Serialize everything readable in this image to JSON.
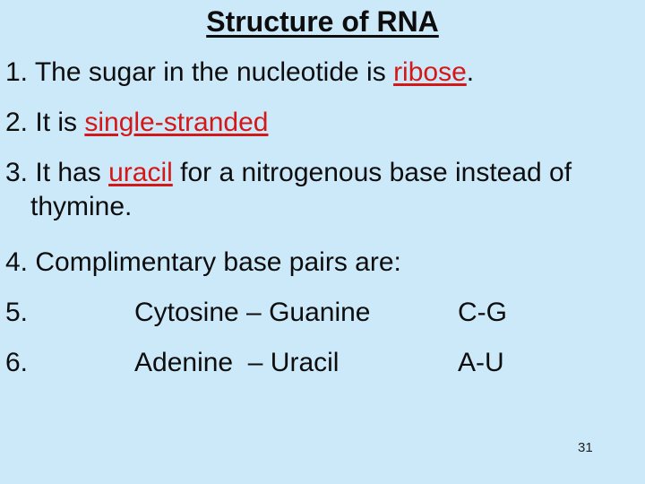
{
  "slide": {
    "title": "Structure of RNA",
    "page_number": "31",
    "colors": {
      "background": "#cce9fa",
      "text": "#0d0d0d",
      "highlight_red": "#d41717"
    },
    "points": {
      "p1": {
        "pre": "1. The sugar in the nucleotide is ",
        "highlight": "ribose",
        "post": "."
      },
      "p2": {
        "pre": "2. It is ",
        "highlight": "single-stranded",
        "post": ""
      },
      "p3": {
        "pre": "3. It has ",
        "highlight": "uracil",
        "post": " for a nitrogenous base instead of",
        "line2": "thymine."
      },
      "p4": {
        "text": "4. Complimentary base pairs are:"
      },
      "p5": {
        "number": "5.",
        "pair": "Cytosine – Guanine",
        "abbrev": "C-G"
      },
      "p6": {
        "number": "6.",
        "pair": "Adenine  – Uracil",
        "abbrev": "A-U"
      }
    }
  }
}
